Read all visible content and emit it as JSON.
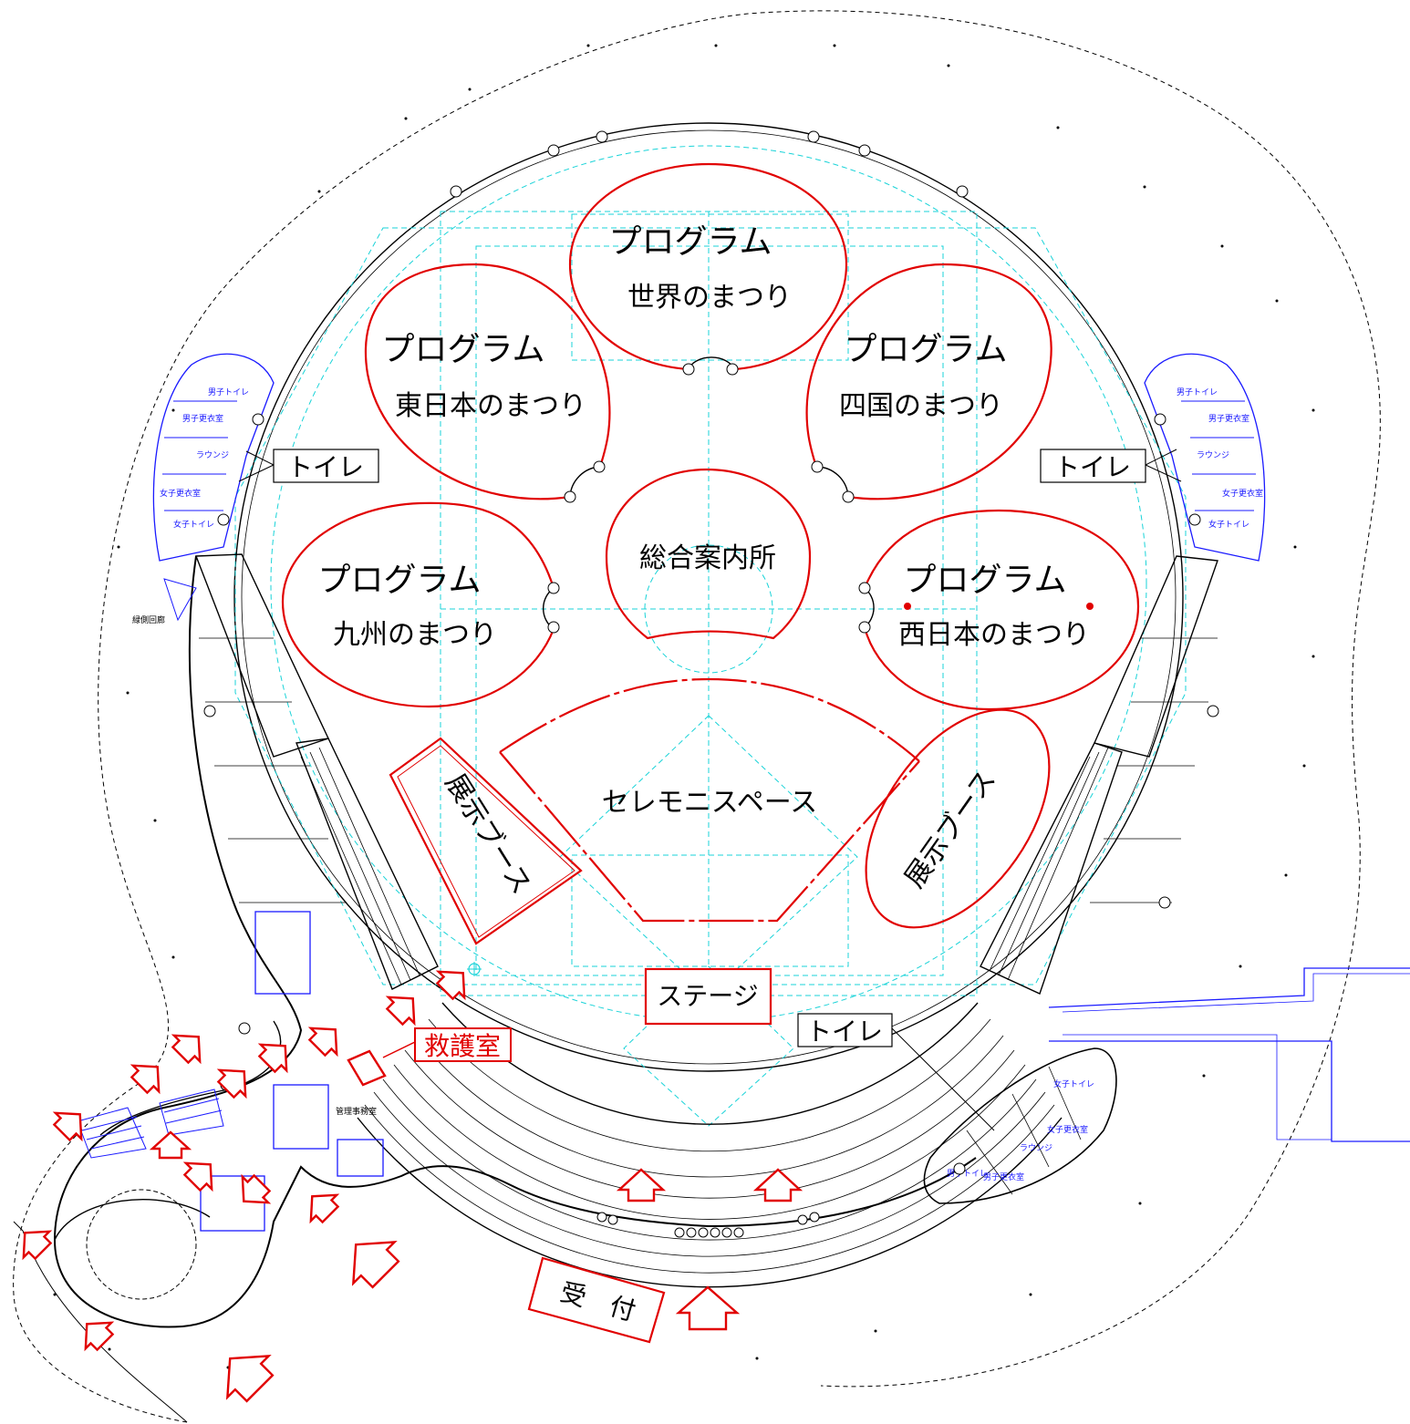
{
  "map": {
    "zones": {
      "world": {
        "title": "プログラム",
        "subtitle": "世界のまつり"
      },
      "east": {
        "title": "プログラム",
        "subtitle": "東日本のまつり"
      },
      "shikoku": {
        "title": "プログラム",
        "subtitle": "四国のまつり"
      },
      "kyushu": {
        "title": "プログラム",
        "subtitle": "九州のまつり"
      },
      "west": {
        "title": "プログラム",
        "subtitle": "西日本のまつり"
      },
      "info": {
        "label": "総合案内所"
      },
      "ceremony": {
        "label": "セレモニスペース"
      },
      "booth_left": {
        "label": "展示ブース"
      },
      "booth_right": {
        "label": "展示ブース"
      },
      "stage": {
        "label": "ステージ"
      },
      "first_aid": {
        "label": "救護室"
      },
      "reception": {
        "label": "受　付"
      }
    },
    "toilets": {
      "left": "トイレ",
      "right": "トイレ",
      "bottom": "トイレ"
    },
    "small_labels": {
      "corridor": "緑側回廊",
      "office": "管理事務室",
      "lounge": "ラウンジ",
      "mens_toilet": "男子トイレ",
      "mens_locker": "男子更衣室",
      "womens_locker": "女子更衣室",
      "womens_toilet": "女子トイレ"
    },
    "colors": {
      "zone_outline": "#e10000",
      "guide_lines": "#19d3d8",
      "facility_blue": "#1a1aff",
      "structure": "#000000"
    }
  }
}
